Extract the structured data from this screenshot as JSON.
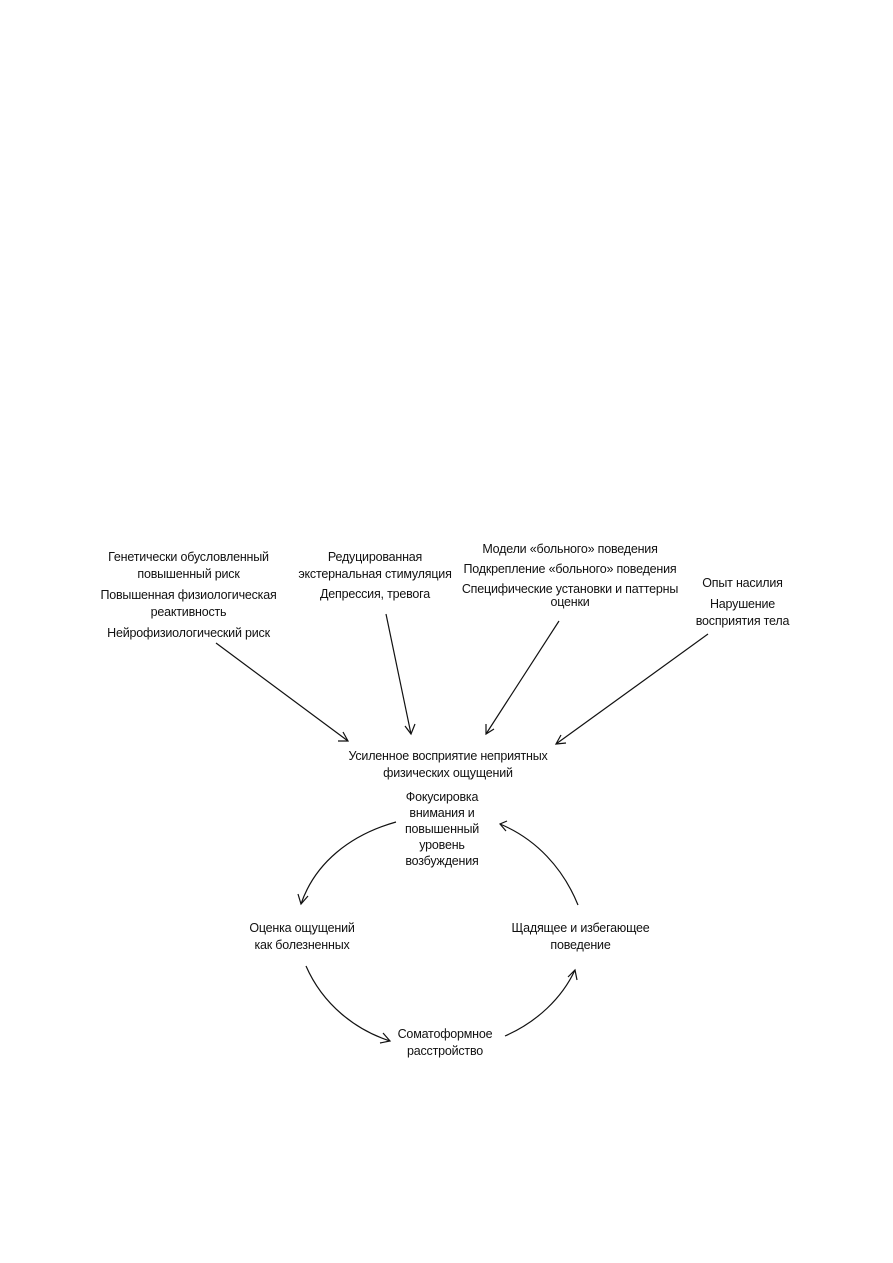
{
  "factors": {
    "biological": {
      "item1_line1": "Генетически обусловленный",
      "item1_line2": "повышенный риск",
      "item2_line1": "Повышенная физиологическая",
      "item2_line2": "реактивность",
      "item3": "Нейрофизиологический риск"
    },
    "psychological": {
      "item1_line1": "Редуцированная",
      "item1_line2": "экстернальная стимуляция",
      "item2": "Депрессия, тревога"
    },
    "social": {
      "item1": "Модели «больного» поведения",
      "item2": "Подкрепление «больного» поведения",
      "item3_line1": "Специфические установки и паттерны",
      "item3_line2": "оценки"
    },
    "trauma": {
      "item1": "Опыт насилия",
      "item2_line1": "Нарушение",
      "item2_line2": "восприятия тела"
    }
  },
  "center": {
    "line1": "Усиленное восприятие неприятных",
    "line2": "физических ощущений"
  },
  "cycle": {
    "focus": {
      "line1": "Фокусировка",
      "line2": "внимания и",
      "line3": "повышенный",
      "line4": "уровень",
      "line5": "возбуждения"
    },
    "evaluation": {
      "line1": "Оценка ощущений",
      "line2": "как болезненных"
    },
    "disorder": {
      "line1": "Соматоформное",
      "line2": "расстройство"
    },
    "avoidance": {
      "line1": "Щадящее и избегающее",
      "line2": "поведение"
    }
  }
}
